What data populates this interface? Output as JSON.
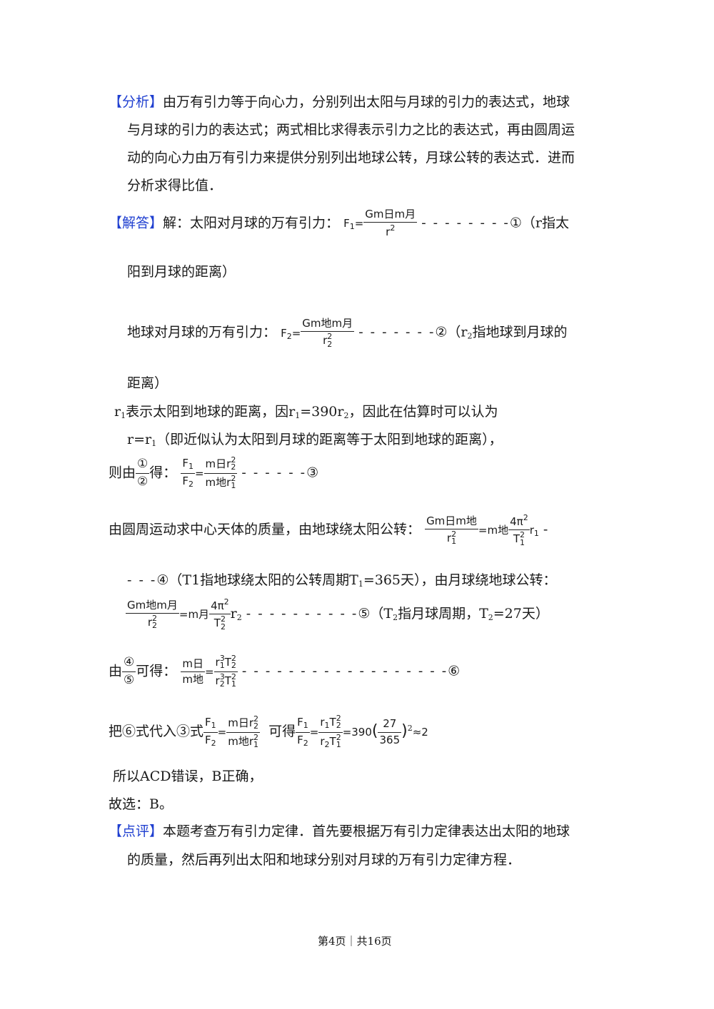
{
  "analysis": {
    "tag": "【分析】",
    "line1": "由万有引力等于向心力，分别列出太阳与月球的引力的表达式，地球",
    "line2": "与月球的引力的表达式；两式相比求得表示引力之比的表达式，再由圆周运",
    "line3": "动的向心力由万有引力来提供分别列出地球公转，月球公转的表达式．进而",
    "line4": "分析求得比值．"
  },
  "answer": {
    "tag": "【解答】",
    "intro": "解：太阳对月球的万有引力：",
    "f1_label": "F",
    "f1_sub": "1",
    "eq": "=",
    "f1_num": "Gm日m月",
    "f1_den": "r",
    "f1_den_sup": "2",
    "f1_dashes": "- - - - - - - -",
    "mark1": "①",
    "note1_a": "（r指太",
    "note1_b": "阳到月球的距离）",
    "line_f2_intro": "地球对月球的万有引力：",
    "f2_label": "F",
    "f2_sub": "2",
    "f2_num": "Gm地m月",
    "f2_den": "r",
    "f2_den_sub": "2",
    "f2_den_sup": "2",
    "f2_dashes": "- - - - - - -",
    "mark2": "②",
    "note2_a": "（r",
    "note2_a_sub": "2",
    "note2_b": "指地球到月球的",
    "note2_c": "距离）",
    "r1_line_a": "r",
    "r1_line_a_sub": "1",
    "r1_line_b": "表示太阳到地球的距离，因r",
    "r1_line_b_sub": "1",
    "r1_line_c": "=390r",
    "r1_line_c_sub": "2",
    "r1_line_d": "，因此在估算时可以认为",
    "r_eq_a": "r=r",
    "r_eq_a_sub": "1",
    "r_eq_b": "（即近似认为太阳到月球的距离等于太阳到地球的距离），",
    "then_by": "则由",
    "frac12_num": "①",
    "frac12_den": "②",
    "get": "得：",
    "r3_lhs_num": "F",
    "r3_lhs_num_sub": "1",
    "r3_lhs_den": "F",
    "r3_lhs_den_sub": "2",
    "r3_rhs_num": "m日r",
    "r3_rhs_num_sup": "2",
    "r3_rhs_num_sub": "2",
    "r3_rhs_den": "m地r",
    "r3_rhs_den_sup": "2",
    "r3_rhs_den_sub": "1",
    "r3_dashes": "- - - - - -",
    "mark3": "③",
    "orbit_intro": "由圆周运动求中心天体的质量，由地球绕太阳公转：",
    "e4_num": "Gm日m地",
    "e4_den": "r",
    "e4_den_sup": "2",
    "e4_den_sub": "1",
    "e4_m": "m地",
    "e4_pi_num": "4π",
    "e4_pi_sup": "2",
    "e4_pi_den": "T",
    "e4_pi_den_sup": "2",
    "e4_pi_den_sub": "1",
    "e4_r": "r",
    "e4_r_sub": "1",
    "e4_dash_end": "-",
    "e4_dashes2": "- - -",
    "mark4": "④",
    "note4_a": "（T1指地球绕太阳的公转周期T",
    "note4_sub": "1",
    "note4_b": "=365天），由月球绕地球公转：",
    "e5_num": "Gm地m月",
    "e5_den": "r",
    "e5_den_sup": "2",
    "e5_den_sub": "2",
    "e5_m": "m月",
    "e5_pi_num": "4π",
    "e5_pi_sup": "2",
    "e5_pi_den": "T",
    "e5_pi_den_sup": "2",
    "e5_pi_den_sub": "2",
    "e5_r": "r",
    "e5_r_sub": "2",
    "e5_dashes": "- - - - - - - - - -",
    "mark5": "⑤",
    "note5_a": "（T",
    "note5_sub": "2",
    "note5_b": "指月球周期，T",
    "note5_sub2": "2",
    "note5_c": "=27天）",
    "by": "由",
    "frac45_num": "④",
    "frac45_den": "⑤",
    "can_get": "可得：",
    "e6_lhs_num": "m日",
    "e6_lhs_den": "m地",
    "e6_rhs_num_r": "r",
    "e6_rhs_num_r_sup": "3",
    "e6_rhs_num_r_sub": "1",
    "e6_rhs_num_t": "T",
    "e6_rhs_num_t_sup": "2",
    "e6_rhs_num_t_sub": "2",
    "e6_rhs_den_r": "r",
    "e6_rhs_den_r_sup": "3",
    "e6_rhs_den_r_sub": "2",
    "e6_rhs_den_t": "T",
    "e6_rhs_den_t_sup": "2",
    "e6_rhs_den_t_sub": "1",
    "e6_dashes": "- - - - - - - - - - - - - - - - - -",
    "mark6": "⑥",
    "sub_a": "把⑥式代入③式",
    "sub_b": "可得",
    "sub_val": "=390",
    "sub_frac_num": "27",
    "sub_frac_den": "365",
    "sub_sup": "2",
    "sub_approx": "≈2",
    "conclusion": "所以ACD错误，B正确，",
    "choice": "故选：B。"
  },
  "comment": {
    "tag": "【点评】",
    "line1": "本题考查万有引力定律．首先要根据万有引力定律表达出太阳的地球",
    "line2": "的质量，然后再列出太阳和地球分别对月球的万有引力定律方程．"
  },
  "footer": {
    "page": "第4页｜共16页"
  }
}
